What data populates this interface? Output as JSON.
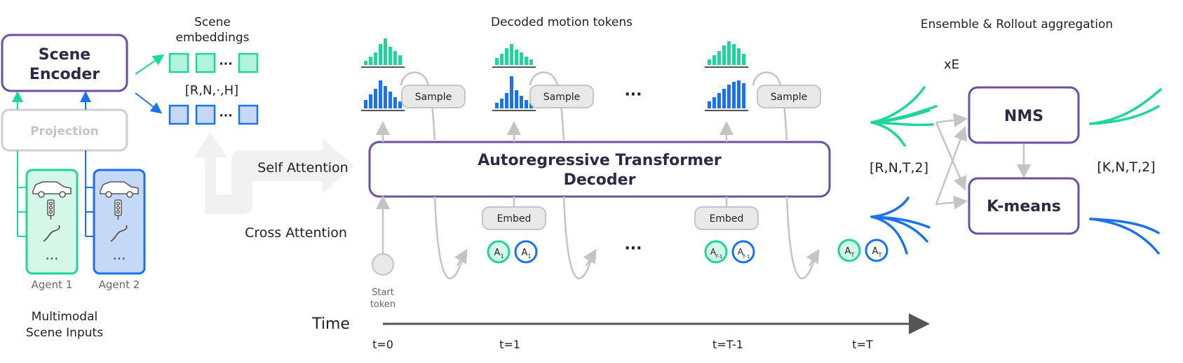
{
  "scene_encoder": {
    "label_line1": "Scene",
    "label_line2": "Encoder"
  },
  "projection": {
    "label": "Projection"
  },
  "scene_embeddings": {
    "title_line1": "Scene",
    "title_line2": "embeddings",
    "shape": "[R,N,·,H]",
    "ellipsis": "···"
  },
  "agents": {
    "agent1": "Agent 1",
    "agent2": "Agent 2",
    "ellipsis": "···"
  },
  "inputs_caption": {
    "line1": "Multimodal",
    "line2": "Scene Inputs"
  },
  "attention": {
    "self": "Self Attention",
    "cross": "Cross Attention"
  },
  "decoded_tokens_title": "Decoded motion tokens",
  "decoder": {
    "line1": "Autoregressive Transformer",
    "line2": "Decoder"
  },
  "sample_label": "Sample",
  "embed_label": "Embed",
  "ellipsis": "···",
  "start_token": {
    "line1": "Start",
    "line2": "token"
  },
  "tokens": {
    "a1": "A",
    "a1_sub": "1",
    "at1": "A",
    "at1_sub": "T-1",
    "at": "A",
    "at_sub": "T"
  },
  "time": {
    "label": "Time",
    "t0": "t=0",
    "t1": "t=1",
    "tT1": "t=T-1",
    "tT": "t=T"
  },
  "aggregation": {
    "title": "Ensemble & Rollout aggregation",
    "xe": "xE",
    "nms": "NMS",
    "kmeans": "K-means",
    "shape_in": "[R,N,T,2]",
    "shape_out": "[K,N,T,2]"
  },
  "colors": {
    "green": "#1fd69a",
    "blue": "#1a73e8",
    "purple": "#6b4fa0",
    "grey": "#c8c8c8",
    "green_fill": "#d5f7ea",
    "blue_fill": "#c5d9f6"
  }
}
